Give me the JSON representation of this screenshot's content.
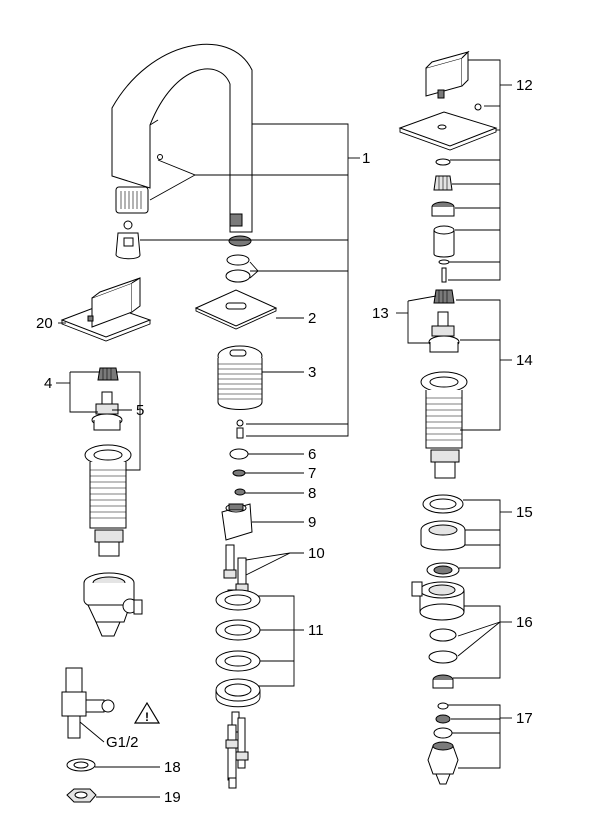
{
  "callouts": [
    {
      "id": "1",
      "label": "1"
    },
    {
      "id": "2",
      "label": "2"
    },
    {
      "id": "3",
      "label": "3"
    },
    {
      "id": "4",
      "label": "4"
    },
    {
      "id": "5",
      "label": "5"
    },
    {
      "id": "6",
      "label": "6"
    },
    {
      "id": "7",
      "label": "7"
    },
    {
      "id": "8",
      "label": "8"
    },
    {
      "id": "9",
      "label": "9"
    },
    {
      "id": "10",
      "label": "10"
    },
    {
      "id": "11",
      "label": "11"
    },
    {
      "id": "12",
      "label": "12"
    },
    {
      "id": "13",
      "label": "13"
    },
    {
      "id": "14",
      "label": "14"
    },
    {
      "id": "15",
      "label": "15"
    },
    {
      "id": "16",
      "label": "16"
    },
    {
      "id": "17",
      "label": "17"
    },
    {
      "id": "18",
      "label": "18"
    },
    {
      "id": "19",
      "label": "19"
    },
    {
      "id": "20",
      "label": "20"
    }
  ],
  "thread_label": "G1/2",
  "warning_symbol": "!",
  "icons": [
    "warning-triangle-icon"
  ]
}
